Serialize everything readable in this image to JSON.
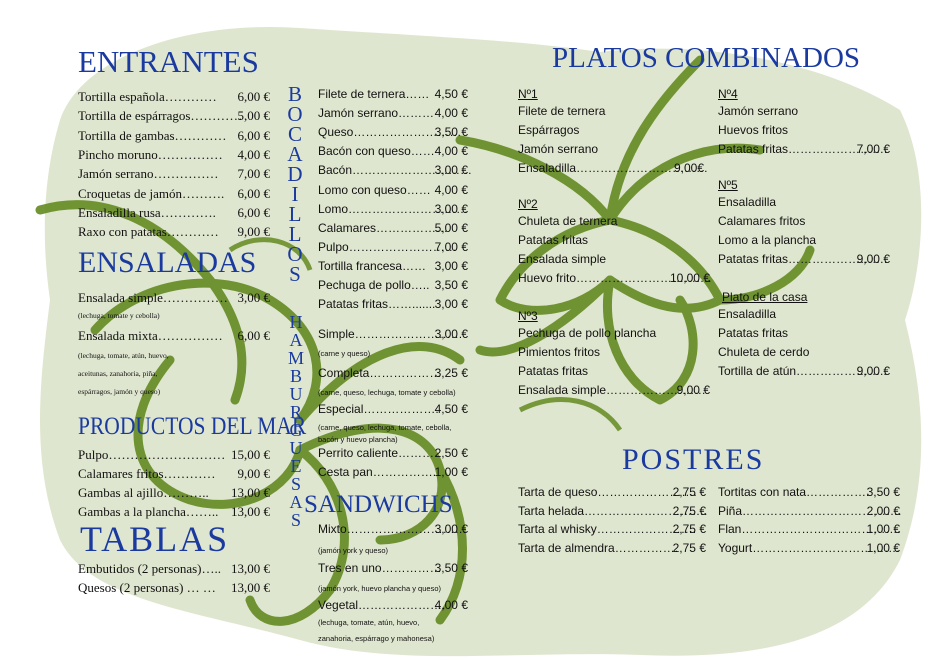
{
  "colors": {
    "heading": "#1a3aa0",
    "leaf": "#6a8f2a",
    "panel": "#dfe6cf"
  },
  "entrantes": {
    "title": "ENTRANTES",
    "items": [
      {
        "name": "Tortilla española…………",
        "price": "6,00 €"
      },
      {
        "name": "Tortilla de espárragos…………",
        "price": "5,00 €"
      },
      {
        "name": "Tortilla de gambas…………",
        "price": "6,00 €"
      },
      {
        "name": "Pincho moruno……………",
        "price": "4,00 €"
      },
      {
        "name": "Jamón serrano……………",
        "price": "7,00 €"
      },
      {
        "name": "Croquetas de jamón……….",
        "price": "6,00 €"
      },
      {
        "name": "Ensaladilla rusa………….",
        "price": "6,00 €"
      },
      {
        "name": "Raxo con patatas…………",
        "price": "9,00 €"
      }
    ]
  },
  "ensaladas": {
    "title": "ENSALADAS",
    "items": [
      {
        "name": "Ensalada simple……………",
        "price": "3,00 €",
        "note": "(lechuga, tomate y cebolla)"
      },
      {
        "name": "Ensalada mixta……………",
        "price": "6,00 €",
        "note_lines": [
          "(lechuga, tomate, atún, huevo,",
          "aceitunas, zanahoria, piña,",
          "espárragos, jamón y queso)"
        ]
      }
    ]
  },
  "mar": {
    "title": "PRODUCTOS DEL MAR",
    "items": [
      {
        "name": "Pulpo………………………",
        "price": "15,00 €"
      },
      {
        "name": "Calamares fritos…………",
        "price": "9,00 €"
      },
      {
        "name": "Gambas al ajillo………..",
        "price": "13,00 €"
      },
      {
        "name": "Gambas a la plancha……..",
        "price": "13,00 €"
      }
    ]
  },
  "tablas": {
    "title": "TABLAS",
    "items": [
      {
        "name": "Embutidos (2 personas)…..",
        "price": "13,00 €"
      },
      {
        "name": "Quesos (2 personas) … …",
        "price": "13,00 €"
      }
    ]
  },
  "bocadillos": {
    "title": "BOCADILLOS",
    "items": [
      {
        "name": "Filete de ternera……",
        "price": "4,50 €"
      },
      {
        "name": "Jamón serrano………",
        "price": "4,00 €"
      },
      {
        "name": "Queso………………………",
        "price": "3,50 €"
      },
      {
        "name": "Bacón con queso……",
        "price": "4,00 €"
      },
      {
        "name": "Bacón…………………………",
        "price": "3,00 €"
      },
      {
        "name": "Lomo con queso……",
        "price": "4,00 €"
      },
      {
        "name": "Lomo…………………………",
        "price": "3,00 €"
      },
      {
        "name": "Calamares………………",
        "price": "5,00 €"
      },
      {
        "name": "Pulpo………………………",
        "price": "7,00 €"
      },
      {
        "name": "Tortilla francesa……",
        "price": "3,00 €"
      },
      {
        "name": "Pechuga de pollo…..",
        "price": "3,50 €"
      },
      {
        "name": "Patatas fritas…….......",
        "price": "3,00 €"
      }
    ]
  },
  "hamburguesas": {
    "title": "HAMBURGUESAS",
    "items": [
      {
        "name": "Simple………………………",
        "price": "3,00 €",
        "note": "(carne y queso)"
      },
      {
        "name": "Completa………………",
        "price": "3,25 €",
        "note": "(carne, queso, lechuga, tomate y cebolla)"
      },
      {
        "name": "Especial……………….",
        "price": "4,50 €",
        "note_lines": [
          "(carne, queso, lechuga, tomate, cebolla,",
          "bacón y huevo plancha)"
        ]
      },
      {
        "name": "Perrito caliente……….",
        "price": "2,50 €"
      },
      {
        "name": "Cesta pan…………….",
        "price": "1,00 €"
      }
    ]
  },
  "sandwichs": {
    "title": "SANDWICHS",
    "items": [
      {
        "name": "Mixto…………………………",
        "price": "3,00 €",
        "note": "(jamón york y queso)"
      },
      {
        "name": "Tres en uno……………",
        "price": "3,50 €",
        "note": "(jamón york, huevo plancha y queso)"
      },
      {
        "name": "Vegetal………………….",
        "price": "4,00 €",
        "note_lines": [
          "(lechuga, tomate, atún, huevo,",
          "zanahoria, espárrago y mahonesa)"
        ]
      }
    ]
  },
  "platos": {
    "title": "PLATOS COMBINADOS",
    "combos": [
      {
        "label": "Nº1",
        "lines": [
          "Filete de ternera",
          "Espárragos",
          "Jamón serrano"
        ],
        "last": "Ensaladilla……………………………",
        "price": "9,00€"
      },
      {
        "label": "Nº2",
        "lines": [
          "Chuleta de ternera",
          "Patatas fritas",
          "Ensalada simple"
        ],
        "last": "Huevo frito…………………………….",
        "price": "10,00 €"
      },
      {
        "label": "Nº3",
        "lines": [
          "Pechuga de pollo plancha",
          "Pimientos fritos",
          "Patatas fritas"
        ],
        "last": "Ensalada simple…………………….",
        "price": "9,00 €"
      },
      {
        "label": "Nº4",
        "lines": [
          "Jamón serrano",
          "Huevos fritos"
        ],
        "last": "Patatas fritas…………………….",
        "price": "7,00 €"
      },
      {
        "label": "Nº5",
        "lines": [
          "Ensaladilla",
          "Calamares fritos",
          "Lomo a la plancha"
        ],
        "last": "Patatas fritas…………………….",
        "price": "9,00 €"
      },
      {
        "label": "Plato de la casa",
        "lines": [
          "Ensaladilla",
          "Patatas fritas",
          "Chuleta de cerdo"
        ],
        "last": "Tortilla de atún…………………..",
        "price": "9,00 €"
      }
    ]
  },
  "postres": {
    "title": "POSTRES",
    "left": [
      {
        "name": "Tarta de queso…………………….",
        "price": "2,75 €"
      },
      {
        "name": "Tarta helada………………………….",
        "price": "2,75 €"
      },
      {
        "name": "Tarta al whisky…………………….",
        "price": "2,75 €"
      },
      {
        "name": "Tarta de almendra…………….",
        "price": "2,75 €"
      }
    ],
    "right": [
      {
        "name": "Tortitas con nata…………….",
        "price": "3,50 €"
      },
      {
        "name": "Piña………………………………….",
        "price": "2,00 €"
      },
      {
        "name": "Flan………………………………….",
        "price": "1,00 €"
      },
      {
        "name": "Yogurt……………………………….",
        "price": "1,00 €"
      }
    ]
  }
}
